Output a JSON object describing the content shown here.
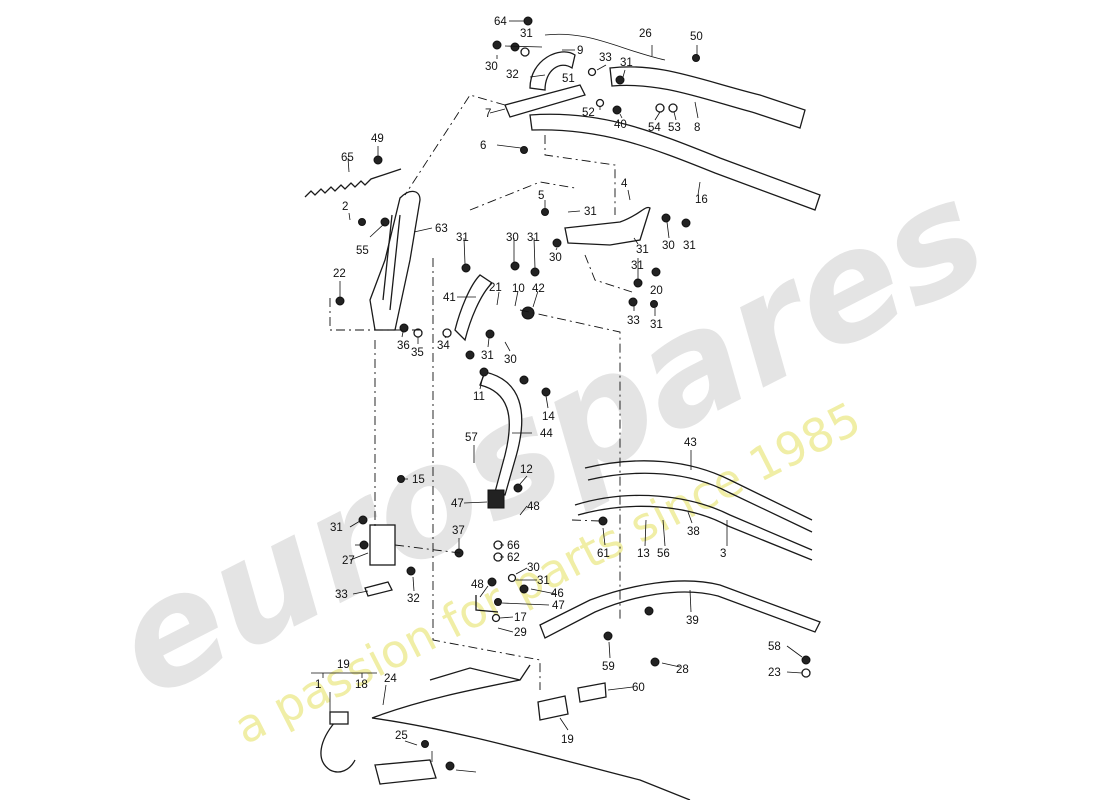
{
  "watermark": {
    "brand": "eurospares",
    "tagline": "a passion for parts since 1985",
    "brand_color": "#e4e4e4",
    "tagline_color": "#f0eea6"
  },
  "labels": [
    "64",
    "31",
    "26",
    "50",
    "9",
    "30",
    "32",
    "33",
    "31",
    "7",
    "52",
    "40",
    "54",
    "53",
    "8",
    "51",
    "6",
    "16",
    "65",
    "49",
    "2",
    "63",
    "55",
    "5",
    "31",
    "4",
    "31",
    "30",
    "31",
    "31",
    "30",
    "31",
    "30",
    "31",
    "20",
    "22",
    "21",
    "10",
    "42",
    "41",
    "31",
    "33",
    "36",
    "35",
    "34",
    "31",
    "30",
    "11",
    "14",
    "44",
    "43",
    "57",
    "12",
    "15",
    "47",
    "48",
    "66",
    "62",
    "61",
    "13",
    "56",
    "38",
    "3",
    "31",
    "27",
    "37",
    "33",
    "32",
    "30",
    "31",
    "46",
    "48",
    "47",
    "17",
    "29",
    "39",
    "58",
    "59",
    "28",
    "23",
    "19",
    "1",
    "18",
    "24",
    "60",
    "19",
    "25"
  ]
}
